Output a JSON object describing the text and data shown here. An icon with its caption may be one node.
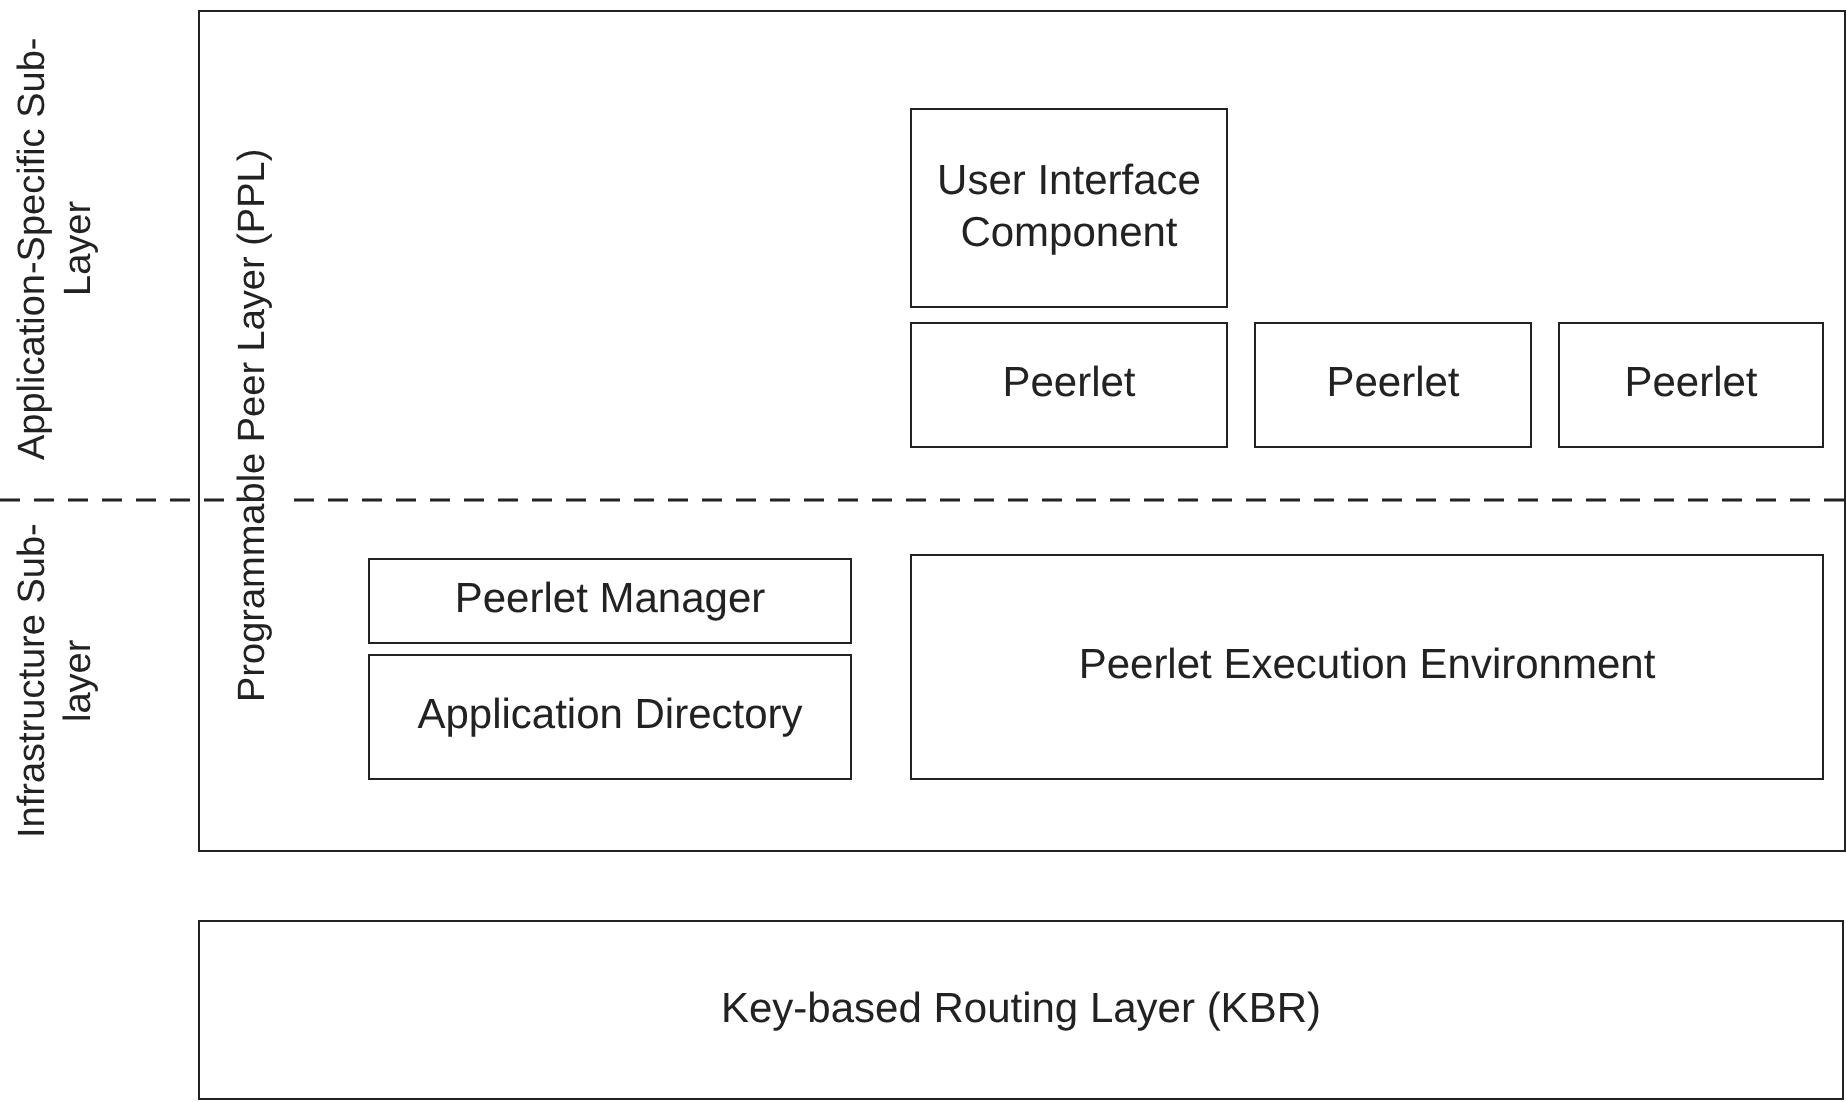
{
  "diagram": {
    "nodes": [
      {
        "text": [
          "Programmable Peer Layer (PPL)"
        ]
      },
      {
        "text": [
          "User Interface Component"
        ],
        "in": 0
      },
      {
        "text": [
          "Peerlet"
        ],
        "in": 0
      },
      {
        "text": [
          "Peerlet"
        ],
        "in": 0
      },
      {
        "text": [
          "Peerlet"
        ],
        "in": 0
      },
      {
        "text": [
          "Peerlet Manager"
        ],
        "in": 0
      },
      {
        "text": [
          "Application Directory"
        ],
        "in": 0
      },
      {
        "text": [
          "Peerlet Execution Environment"
        ],
        "in": 0
      },
      {
        "text": [
          "Key-based Routing Layer (KBR)"
        ]
      }
    ],
    "labels": [
      "Application-Specific Sub-Layer",
      "Infrastructure Sub-layer"
    ]
  }
}
